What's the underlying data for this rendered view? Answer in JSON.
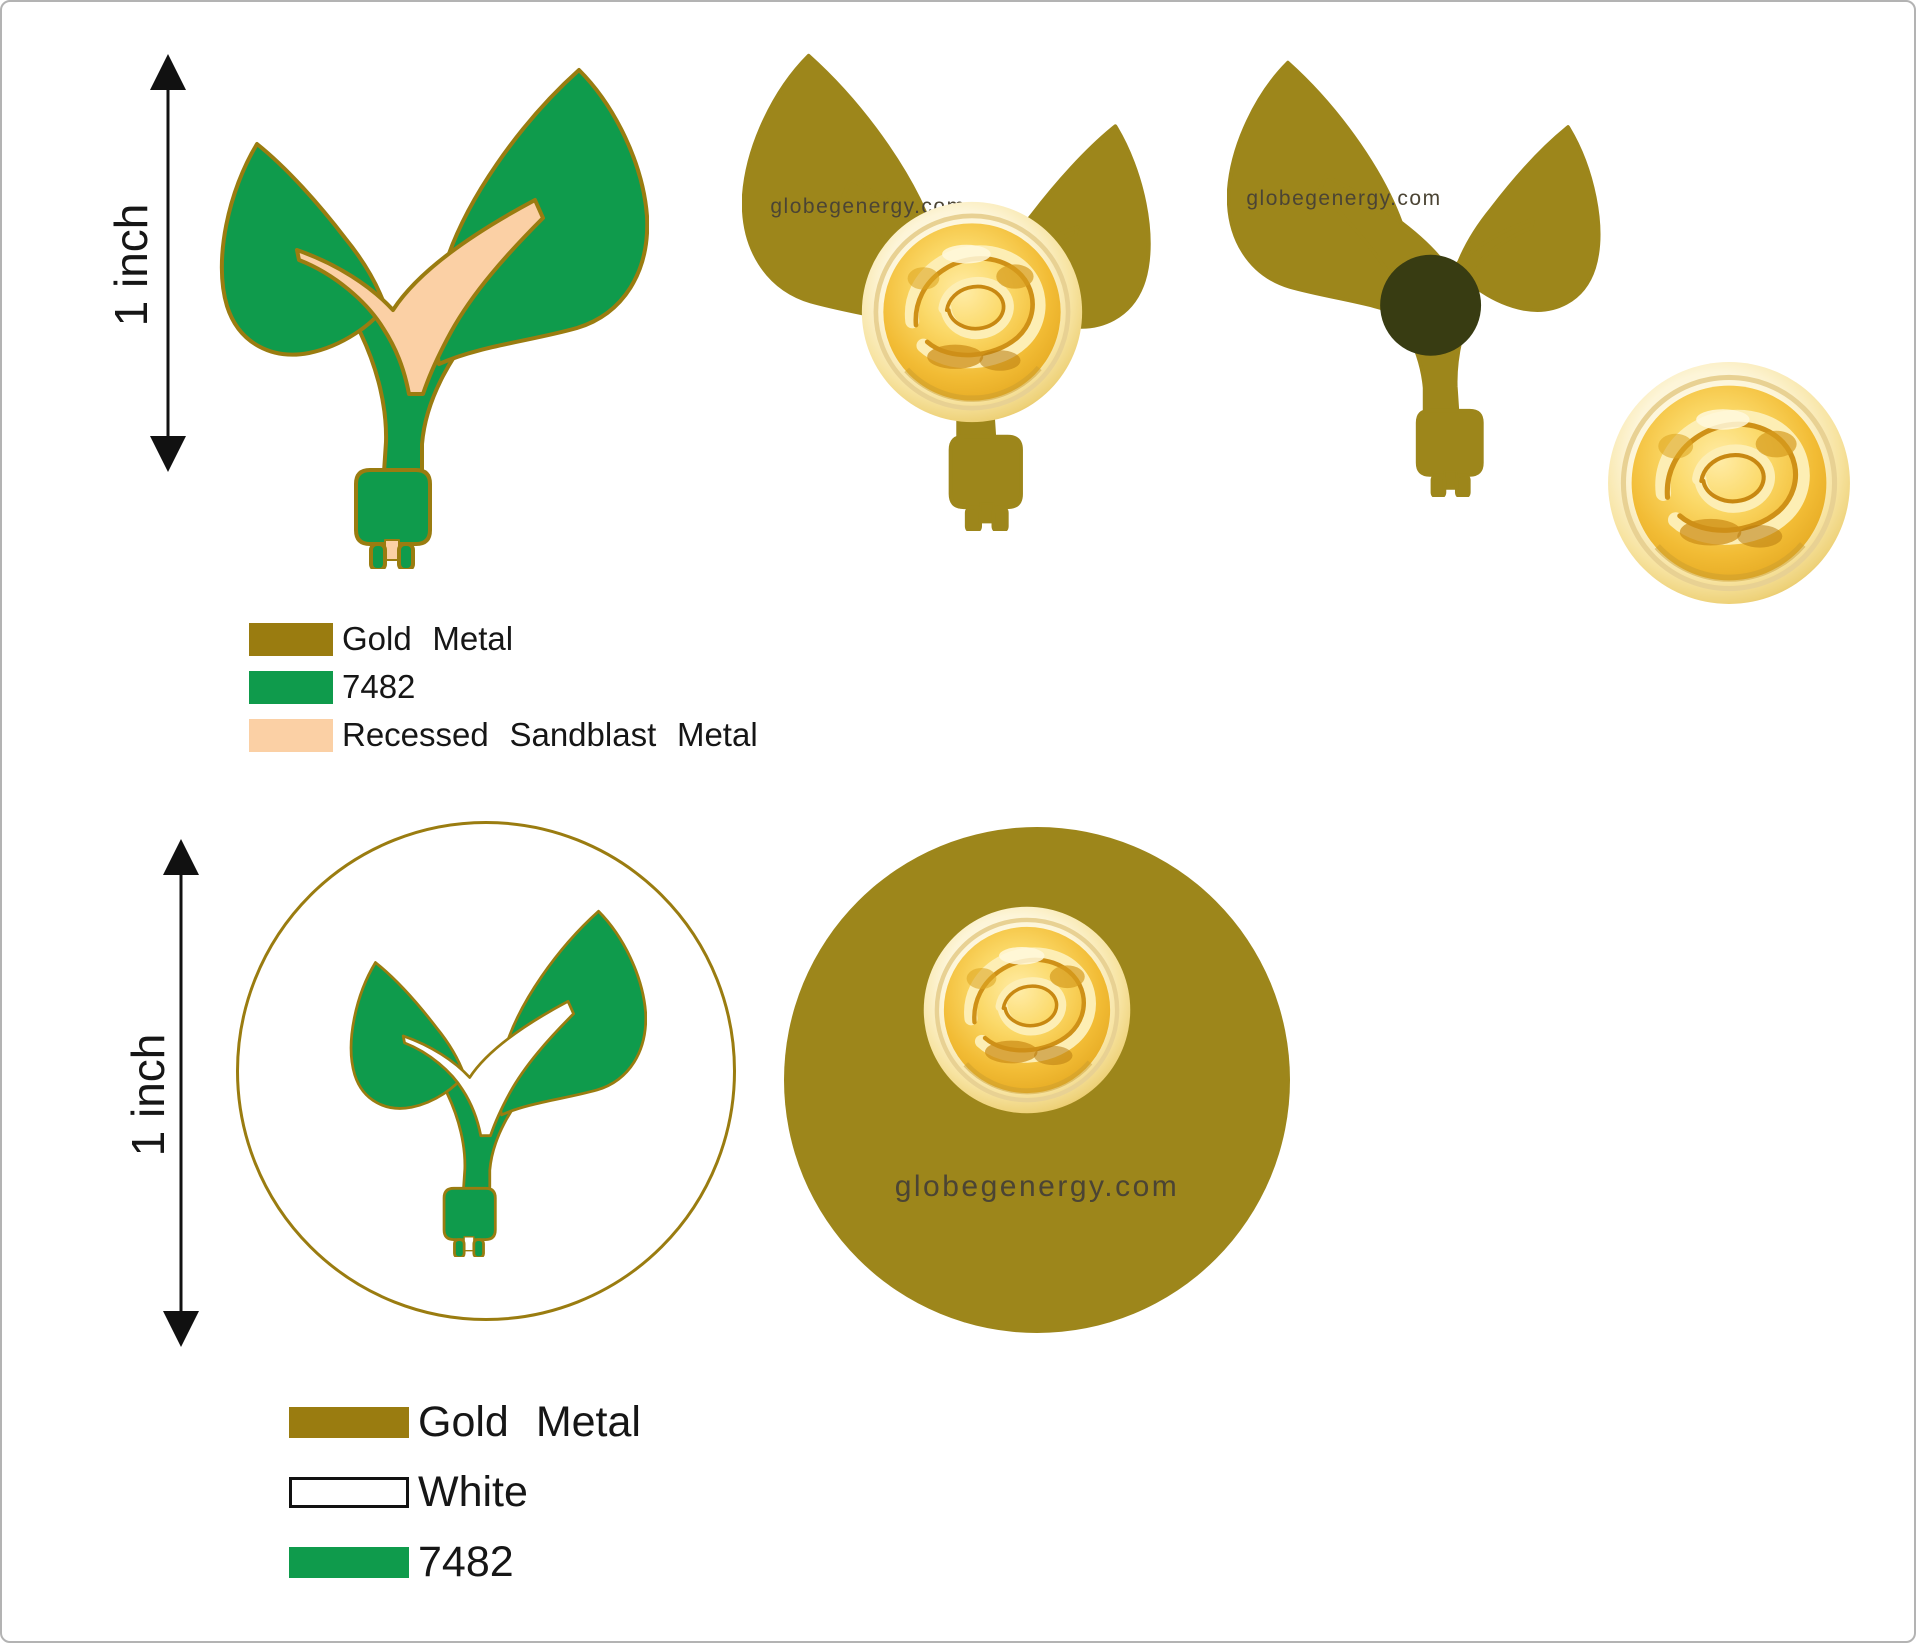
{
  "colors": {
    "gold_metal": "#9a7c10",
    "back_metal": "#9d861b",
    "green_7482": "#0f9b4c",
    "sandblast": "#fbd0a5",
    "white": "#ffffff",
    "post_dark": "#383c12",
    "text_dark": "#161616",
    "watermark_text": "#4b4434",
    "border_gray": "#b3b3b3"
  },
  "dimensions": {
    "top_label": "1 inch",
    "bottom_label": "1 inch"
  },
  "watermark": {
    "text": "globegenergy.com"
  },
  "legend_top": {
    "items": [
      {
        "label": "Gold Metal",
        "color": "#9a7c10"
      },
      {
        "label": "7482",
        "color": "#0f9b4c"
      },
      {
        "label": "Recessed Sandblast Metal",
        "color": "#fbd0a5"
      }
    ]
  },
  "legend_bottom": {
    "items": [
      {
        "label": "Gold Metal",
        "color": "#9a7c10"
      },
      {
        "label": "White",
        "color": "#ffffff"
      },
      {
        "label": "7482",
        "color": "#0f9b4c"
      }
    ]
  }
}
